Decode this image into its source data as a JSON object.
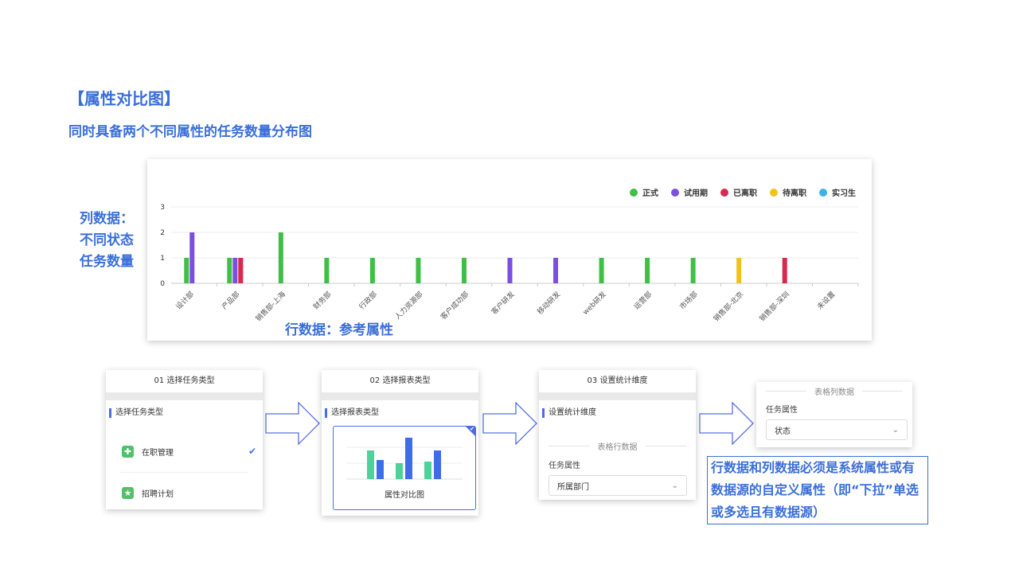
{
  "title": "【属性对比图】",
  "subtitle": "同时具备两个不同属性的任务数量分布图",
  "column_note": [
    "列数据：",
    "不同状态",
    "任务数量"
  ],
  "row_note": "行数据：参考属性",
  "chart_data": {
    "type": "bar",
    "categories": [
      "设计部",
      "产品部",
      "销售部-上海",
      "财务部",
      "行政部",
      "人力资源部",
      "客户成功部",
      "客户研发",
      "移动研发",
      "web研发",
      "运营部",
      "市场部",
      "销售部-北京",
      "销售部-深圳",
      "未设置"
    ],
    "series": [
      {
        "name": "正式",
        "color": "#3fbf45",
        "values": [
          1,
          1,
          2,
          1,
          1,
          1,
          1,
          0,
          0,
          1,
          1,
          1,
          0,
          0,
          0
        ]
      },
      {
        "name": "试用期",
        "color": "#7b4fe0",
        "values": [
          2,
          1,
          0,
          0,
          0,
          0,
          0,
          1,
          1,
          0,
          0,
          0,
          0,
          0,
          0
        ]
      },
      {
        "name": "已离职",
        "color": "#d9284f",
        "values": [
          0,
          1,
          0,
          0,
          0,
          0,
          0,
          0,
          0,
          0,
          0,
          0,
          0,
          1,
          0
        ]
      },
      {
        "name": "待离职",
        "color": "#f2c21b",
        "values": [
          0,
          0,
          0,
          0,
          0,
          0,
          0,
          0,
          0,
          0,
          0,
          0,
          1,
          0,
          0
        ]
      },
      {
        "name": "实习生",
        "color": "#38b3e8",
        "values": [
          0,
          0,
          0,
          0,
          0,
          0,
          0,
          0,
          0,
          0,
          0,
          0,
          0,
          0,
          0
        ]
      }
    ],
    "yticks": [
      0,
      1,
      2,
      3
    ],
    "ylim": [
      0,
      3
    ],
    "grid": true,
    "legend_position": "top-right"
  },
  "steps": {
    "step1": {
      "header": "01 选择任务类型",
      "subheader": "选择任务类型",
      "options": [
        {
          "label": "在职管理",
          "icon": "plus-icon",
          "selected": true
        },
        {
          "label": "招聘计划",
          "icon": "star-icon",
          "selected": false
        }
      ]
    },
    "step2": {
      "header": "02 选择报表类型",
      "subheader": "选择报表类型",
      "chart_type_label": "属性对比图"
    },
    "step3": {
      "header": "03 设置统计维度",
      "subheader": "设置统计维度",
      "section_title": "表格行数据",
      "field_label": "任务属性",
      "select_value": "所属部门"
    },
    "step4": {
      "section_title": "表格列数据",
      "field_label": "任务属性",
      "select_value": "状态"
    }
  },
  "note": "行数据和列数据必须是系统属性或有数据源的自定义属性（即“下拉”单选或多选且有数据源）",
  "colors": {
    "accent": "#3a6fd8",
    "step_blue": "#4a6de5",
    "green_icon": "#52c06a"
  }
}
